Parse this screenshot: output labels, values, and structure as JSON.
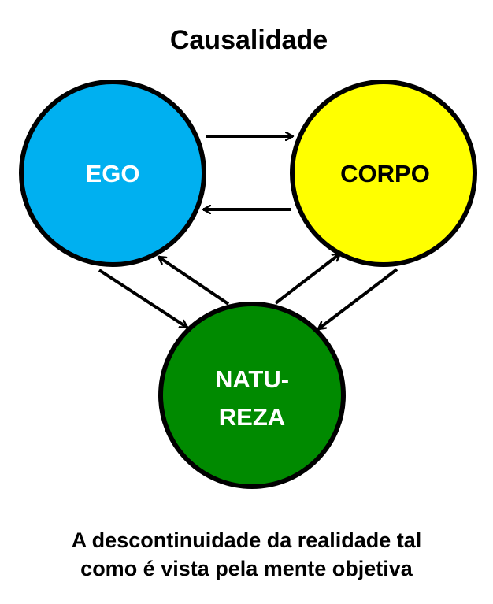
{
  "title": "Causalidade",
  "nodes": {
    "ego": {
      "label": "EGO",
      "fill": "#00B0F0",
      "text_color": "#FFFFFF"
    },
    "corpo": {
      "label": "CORPO",
      "fill": "#FFFF00",
      "text_color": "#000000"
    },
    "natureza": {
      "label_line1": "NATU-",
      "label_line2": "REZA",
      "fill": "#008A00",
      "text_color": "#FFFFFF"
    }
  },
  "edges": [
    {
      "from": "EGO",
      "to": "CORPO"
    },
    {
      "from": "CORPO",
      "to": "EGO"
    },
    {
      "from": "EGO",
      "to": "NATUREZA"
    },
    {
      "from": "NATUREZA",
      "to": "EGO"
    },
    {
      "from": "CORPO",
      "to": "NATUREZA"
    },
    {
      "from": "NATUREZA",
      "to": "CORPO"
    }
  ],
  "caption": {
    "line1": "A descontinuidade da realidade tal",
    "line2": "como é vista pela mente objetiva"
  }
}
